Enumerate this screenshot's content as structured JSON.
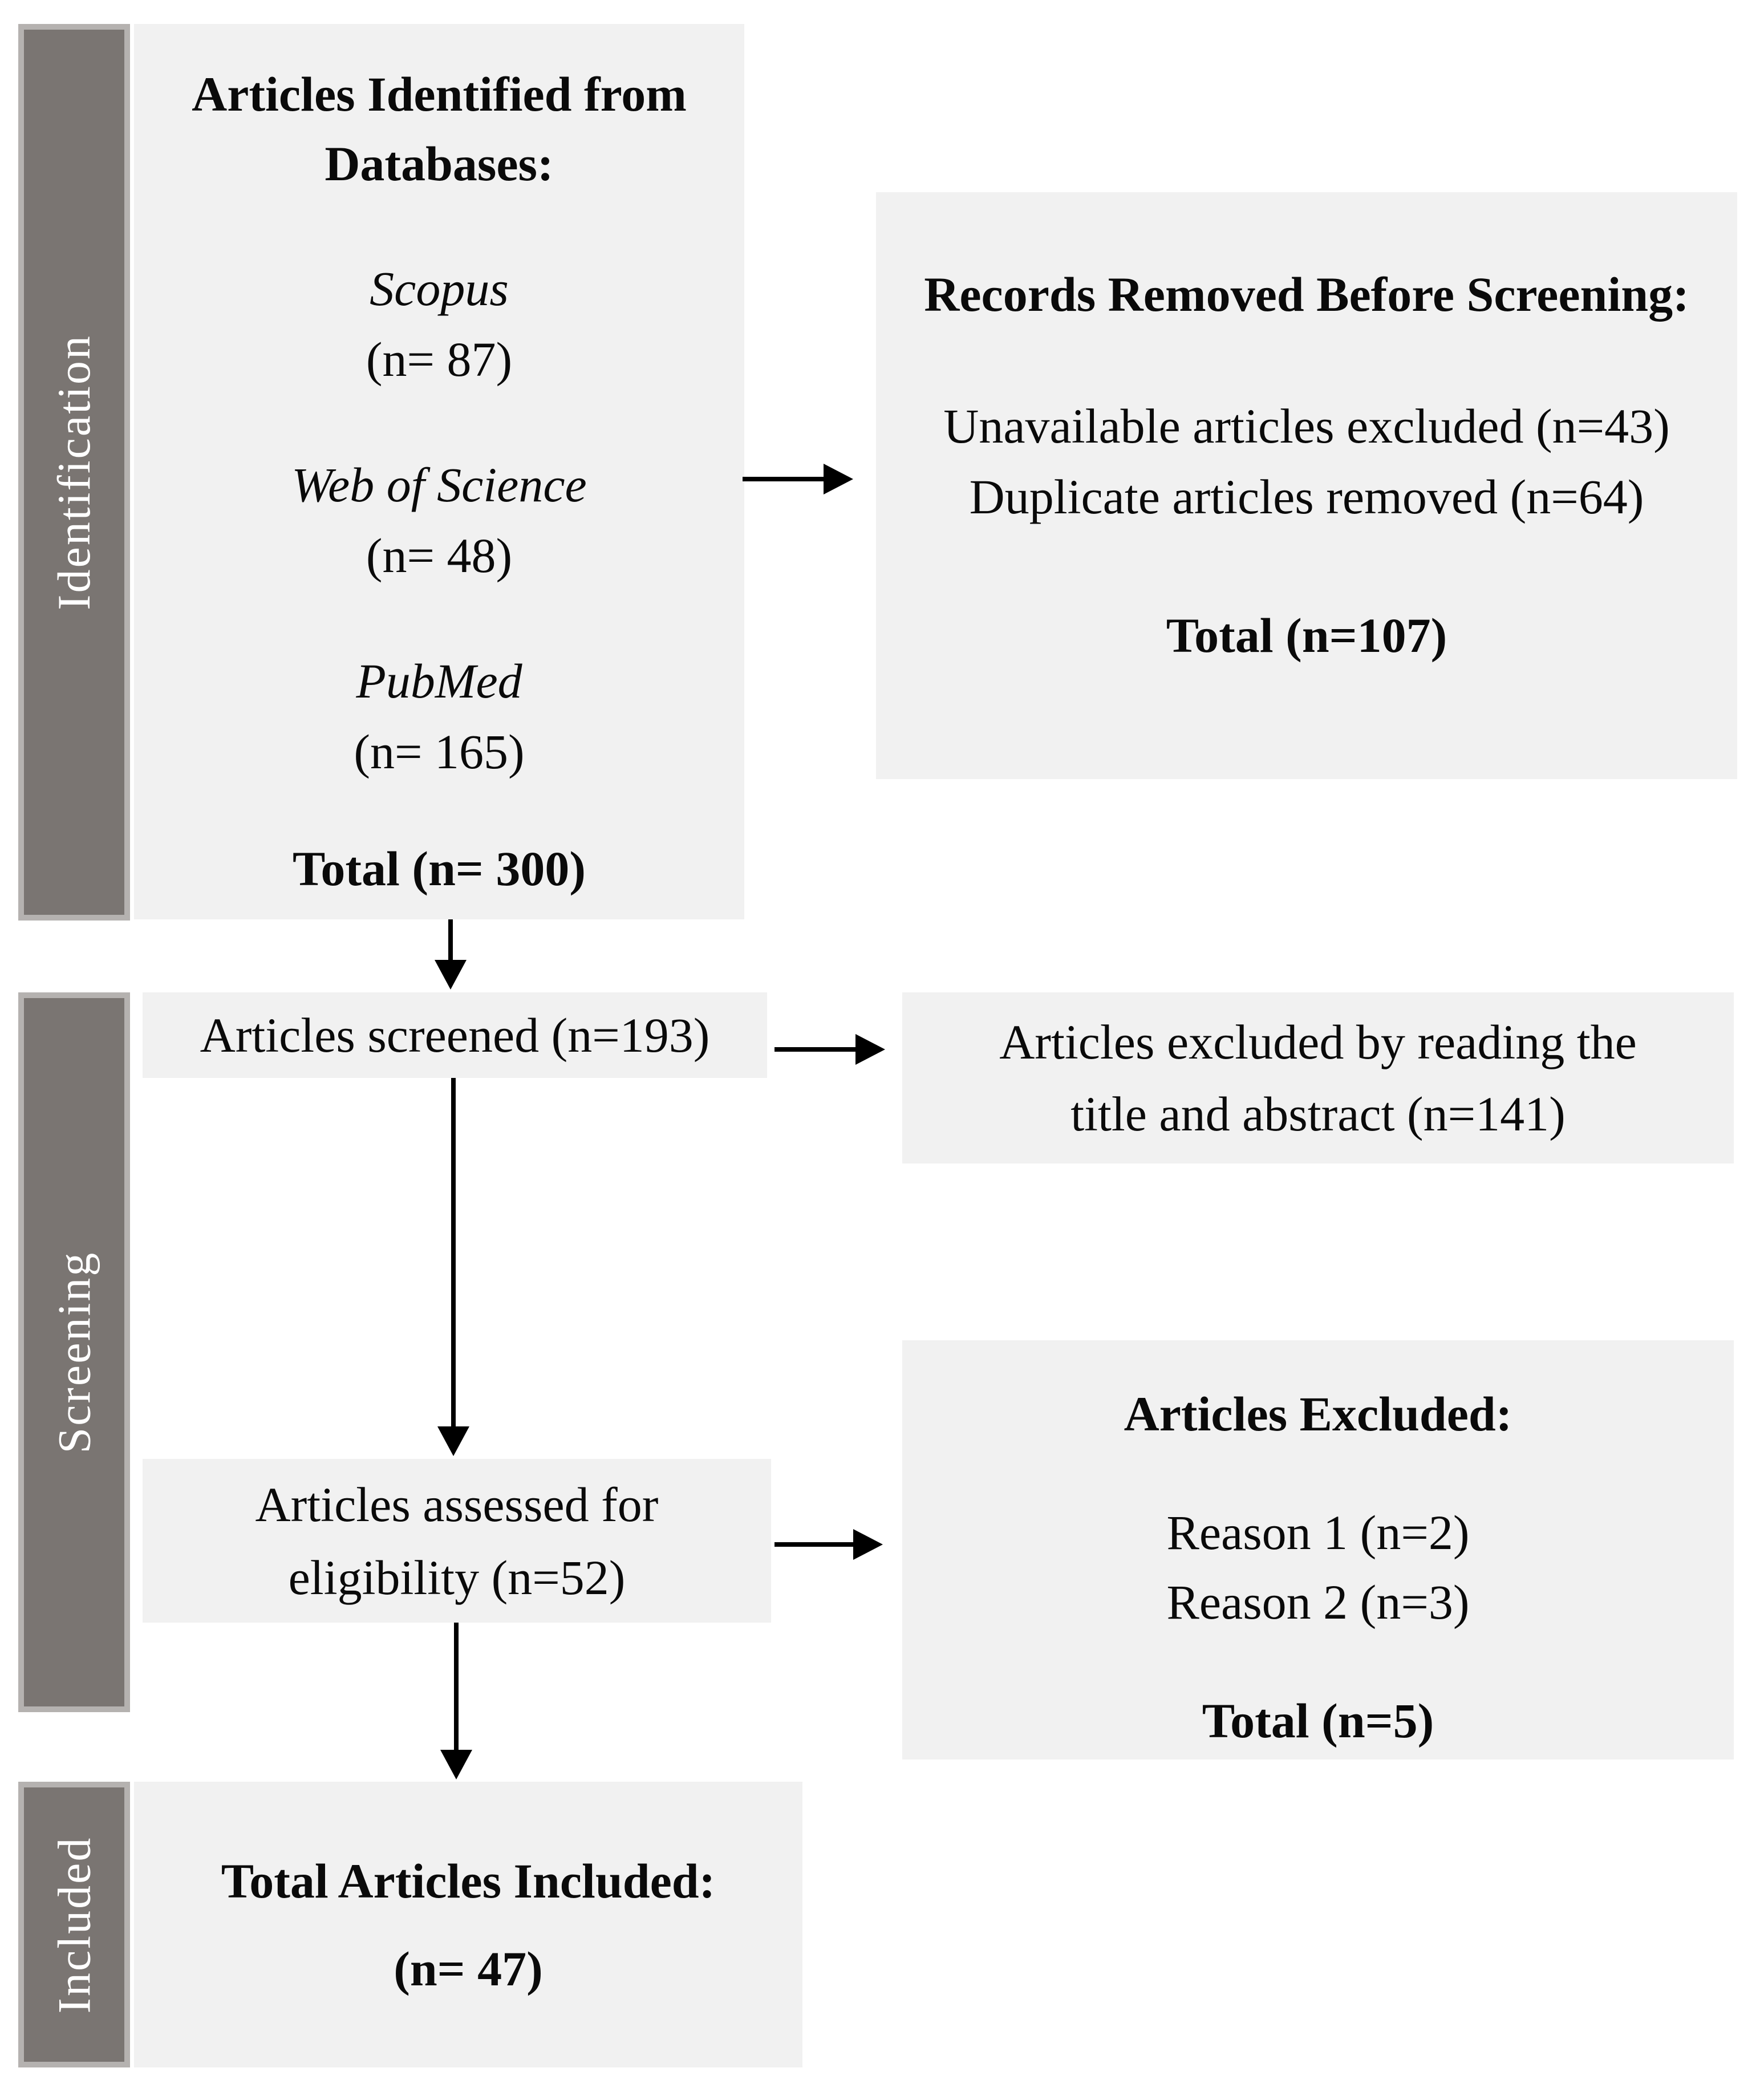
{
  "palette": {
    "page_bg": "#ffffff",
    "box_fill": "#f1f1f1",
    "sidebar_fill": "#7a7572",
    "sidebar_border": "#b5b2b0",
    "text": "#0a0a0a",
    "arrow": "#000000"
  },
  "stages": {
    "identification": "Identification",
    "screening": "Screening",
    "included": "Included"
  },
  "identification_box": {
    "title_line1": "Articles Identified  from",
    "title_line2": "Databases:",
    "sources": [
      {
        "name": "Scopus",
        "count": "(n= 87)"
      },
      {
        "name": "Web of Science",
        "count": "(n= 48)"
      },
      {
        "name": "PubMed",
        "count": "(n= 165)"
      }
    ],
    "total": "Total (n= 300)"
  },
  "records_removed_box": {
    "title": "Records Removed Before Screening:",
    "lines": [
      "Unavailable articles excluded (n=43)",
      "Duplicate articles removed (n=64)"
    ],
    "total": "Total (n=107)"
  },
  "screened_box": {
    "label": "Articles screened (n=193)"
  },
  "title_abstract_excluded_box": {
    "label_line1": "Articles excluded by reading the",
    "label_line2": "title and abstract (n=141)"
  },
  "assessed_box": {
    "label_line1": "Articles assessed for",
    "label_line2": "eligibility (n=52)"
  },
  "articles_excluded_box": {
    "title": "Articles Excluded:",
    "reasons": [
      "Reason 1 (n=2)",
      "Reason 2 (n=3)"
    ],
    "total": "Total (n=5)"
  },
  "included_box": {
    "title": "Total Articles Included:",
    "count": "(n= 47)"
  }
}
